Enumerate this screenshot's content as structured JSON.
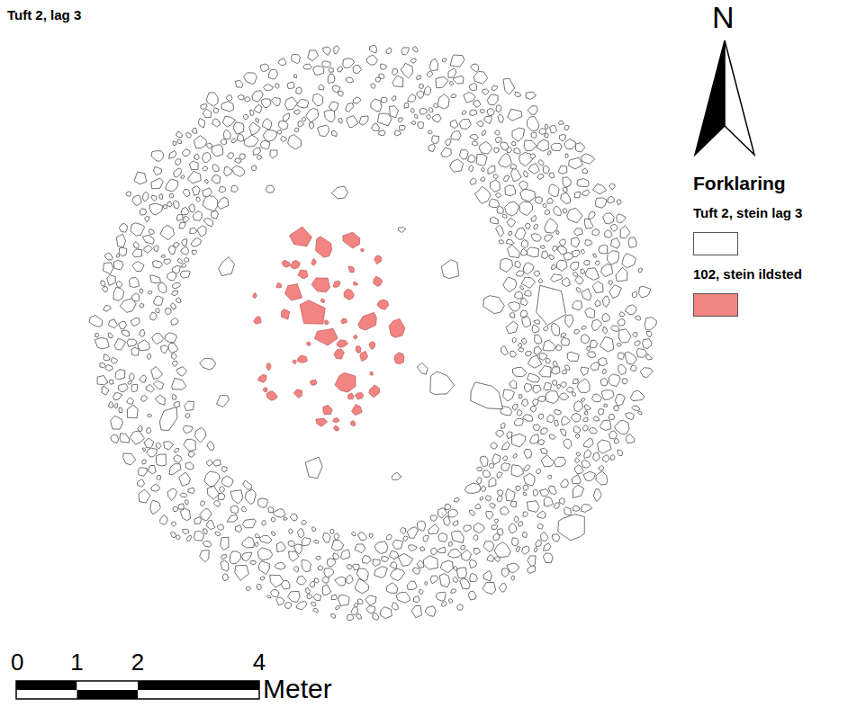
{
  "diagram": {
    "title": "Tuft 2, lag 3",
    "labels": [
      "N",
      "Forklaring",
      "0",
      "1",
      "2",
      "4",
      "Meter"
    ],
    "legend": [
      {
        "text": "Tuft 2, stein lag 3",
        "color": "#ffffff"
      },
      {
        "text": "102, stein ildsted",
        "color": "#f28482"
      }
    ]
  }
}
